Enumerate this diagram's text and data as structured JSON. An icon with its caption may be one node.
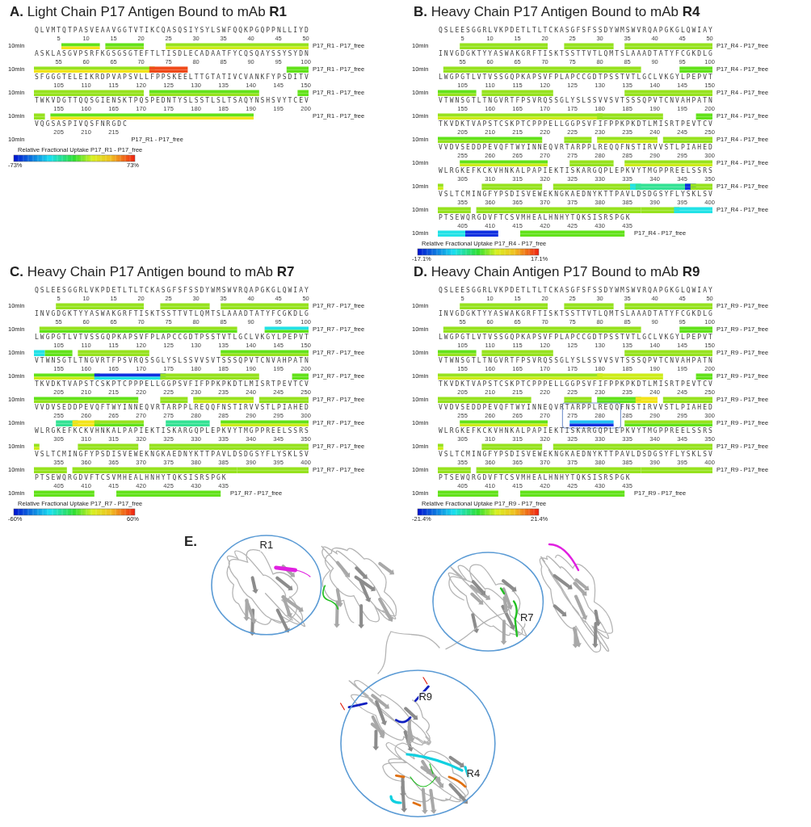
{
  "diagram": {
    "nodes": [
      {
        "text": [
          "R1"
        ]
      },
      {
        "text": [
          "R7"
        ]
      },
      {
        "text": [
          "R9",
          "R4"
        ]
      }
    ],
    "labels": [
      "**A.** Light Chain P17 Antigen Bound to mAb **R1**",
      "QLVMTQTPASVEAAVGGTVTIKCQASQSIYSYLSWFQQKPGQPPNLLIYD",
      "5 10 15 20 25 30 35 40 45 50",
      "10min",
      "P17_R1 - P17_free",
      "ASKLASGVPSRFKGSGSGTEFTLTISDLECADAATFYCQSQAYSSYSYDN",
      "55 60 65 70 75 80 85 90 95 100",
      "10min",
      "P17_R1 - P17_free",
      "SFGGGTELEIKRDPVAPSVLLFPPSKEELTTGTATIVCVANKFYPSDITV",
      "105 110 115 120 125 130 135 140 145 150",
      "10min",
      "P17_R1 - P17_free",
      "TWKVDGTTQQSGIENSKTPQSPEDNTYSLSSTLSLTSAQYNSHSVYTCEV",
      "155 160 165 170 175 180 185 190 195 200",
      "10min",
      "P17_R1 - P17_free",
      "VQGSASPIVQSFNRGDC",
      "205 210 215",
      "10min",
      "P17_R1 - P17_free",
      "Relative Fractional Uptake P17_R1 - P17_free",
      "-73%",
      "73%",
      "**B.** Heavy Chain P17 Antigen Bound to mAb **R4**",
      "QSLEESGGRLVKPDETLTLTCKASGFSFSSDYWMSWVRQAPGKGLQWIAY",
      "5 10 15 20 25 30 35 40 45 50",
      "10min",
      "P17_R4 - P17_free",
      "INVGDGKTYYASWAKGRFTISKTSSTTVTLQMTSLAAADTATYFCGKDLG",
      "55 60 65 70 75 80 85 90 95 100",
      "10min",
      "P17_R4 - P17_free",
      "LWGPGTLVTVSSGQPKAPSVFPLAPCCGDTPSSTVTLGCLVKGYLPEPVT",
      "105 110 115 120 125 130 135 140 145 150",
      "10min",
      "P17_R4 - P17_free",
      "VTWNSGTLTNGVRTFPSVRQSSGLYSLSSVVSVTSSSQPVTCNVAHPATN",
      "155 160 165 170 175 180 185 190 195 200",
      "10min",
      "P17_R4 - P17_free",
      "TKVDKTVAPSTCSKPTCPPPELLGGPSVFIFPPKPKDTLMISRTPEVTCV",
      "205 210 215 220 225 230 235 240 245 250",
      "10min",
      "P17_R4 - P17_free",
      "VVDVSEDDPEVQFTWYINNEQVRTARPPLREQQFNSTIRVVSTLPIAHED",
      "255 260 265 270 275 280 285 290 295 300",
      "10min",
      "P17_R4 - P17_free",
      "WLRGKEFKCKVHNKALPAPIEKTISKARGQPLEPKVYTMGPPREELSSRS",
      "305 310 315 320 325 330 335 340 345 350",
      "10min",
      "P17_R4 - P17_free",
      "VSLTCMINGFYPSDISVEWEKNGKAEDNYKTTPAVLDSDGSYFLYSKLSV",
      "355 360 365 370 375 380 385 390 395 400",
      "10min",
      "P17_R4 - P17_free",
      "PTSEWQRGDVFTCSVMHEALHNHYTQKSISRSPGK",
      "405 410 415 420 425 430 435",
      "10min",
      "P17_R4 - P17_free",
      "Relative Fractional Uptake P17_R4 - P17_free",
      "-17.1%",
      "17.1%",
      "**C.** Heavy Chain P17 Antigen bound to mAb **R7**",
      "QSLEESGGRLVKPDETLTLTCKASGFSFSSDYWMSWVRQAPGKGLQWIAY",
      "5 10 15 20 25 30 35 40 45 50",
      "10min",
      "P17_R7 - P17_free",
      "INVGDGKTYYASWAKGRFTISKTSSTTVTLQMTSLAAADTATYFCGKDLG",
      "55 60 65 70 75 80 85 90 95 100",
      "10min",
      "P17_R7 - P17_free",
      "LWGPGTLVTVSSGQPKAPSVFPLAPCCGDTPSSTVTLGCLVKGYLPEPVT",
      "105 110 115 120 125 130 135 140 145 150",
      "10min",
      "P17_R7 - P17_free",
      "VTWNSGTLTNGVRTFPSVRQSSGLYSLSSVVSVTSSSQPVTCNVAHPATN",
      "155 160 165 170 175 180 185 190 195 200",
      "10min",
      "P17_R7 - P17_free",
      "TKVDKTVAPSTCSKPTCPPPELLGGPSVFIFPPKPKDTLMISRTPEVTCV",
      "205 210 215 220 225 230 235 240 245 250",
      "10min",
      "P17_R7 - P17_free",
      "VVDVSEDDPEVQFTWYINNEQVRTARPPLREQQFNSTIRVVSTLPIAHED",
      "255 260 265 270 275 280 285 290 295 300",
      "10min",
      "P17_R7 - P17_free",
      "WLRGKEFKCKVHNKALPAPIEKTISKARGQPLEPKVYTMGPPREELSSRS",
      "305 310 315 320 325 330 335 340 345 350",
      "10min",
      "P17_R7 - P17_free",
      "VSLTCMINGFYPSDISVEWEKNGKAEDNYKTTPAVLDSDGSYFLYSKLSV",
      "355 360 365 370 375 380 385 390 395 400",
      "10min",
      "P17_R7 - P17_free",
      "PTSEWQRGDVFTCSVMHEALHNHYTQKSISRSPGK",
      "405 410 415 420 425 430 435",
      "10min",
      "P17_R7 - P17_free",
      "Relative Fractional Uptake P17_R7 - P17_free",
      "-60%",
      "60%",
      "**D.** Heavy Chain Antigen P17 Bound to mAb **R9**",
      "QSLEESGGRLVKPDETLTLTCKASGFSFSSDYWMSWVRQAPGKGLQWIAY",
      "5 10 15 20 25 30 35 40 45 50",
      "10min",
      "P17_R9 - P17_free",
      "INVGDGKTYYASWAKGRFTISKTSSTTVTLQMTSLAAADTATYFCGKDLG",
      "55 60 65 70 75 80 85 90 95 100",
      "10min",
      "P17_R9 - P17_free",
      "LWGPGTLVTVSSGQPKAPSVFPLAPCCGDTPSSTVTLGCLVKGYLPEPVT",
      "105 110 115 120 125 130 135 140 145 150",
      "10min",
      "P17_R9 - P17_free",
      "VTWNSGTLTNGVRTFPSVRQSSGLYSLSSVVSVTSSSQPVTCNVAHPATN",
      "155 160 165 170 175 180 185 190 195 200",
      "10min",
      "P17_R9 - P17_free",
      "TKVDKTVAPSTCSKPTCPPPELLGGPSVFIFPPKPKDTLMISRTPEVTCV",
      "205 210 215 220 225 230 235 240 245 250",
      "10min",
      "P17_R9 - P17_free",
      "VVDVSEDDPEVQFTWYINNEQVRTARPPLREQQFNSTIRVVSTLPIAHED",
      "255 260 265 270 275 280 285 290 295 300",
      "10min",
      "P17_R9 - P17_free",
      "WLRGKEFKCKVHNKALPAPIEKTISKARGQPLEPKVYTMGPPREELSSRS",
      "305 310 315 320 325 330 335 340 345 350",
      "10min",
      "P17_R9 - P17_free",
      "VSLTCMINGFYPSDISVEWEKNGKAEDNYKTTPAVLDSDGSYFLYSKLSV",
      "355 360 365 370 375 380 385 390 395 400",
      "10min",
      "P17_R9 - P17_free",
      "PTSEWQRGDVFTCSVMHEALHNHYTQKSISRSPGK",
      "405 410 415 420 425 430 435",
      "10min",
      "P17_R9 - P17_free",
      "Relative Fractional Uptake P17_R9 - P17_free",
      "-21.4%",
      "21.4%",
      "**E.**"
    ]
  }
}
